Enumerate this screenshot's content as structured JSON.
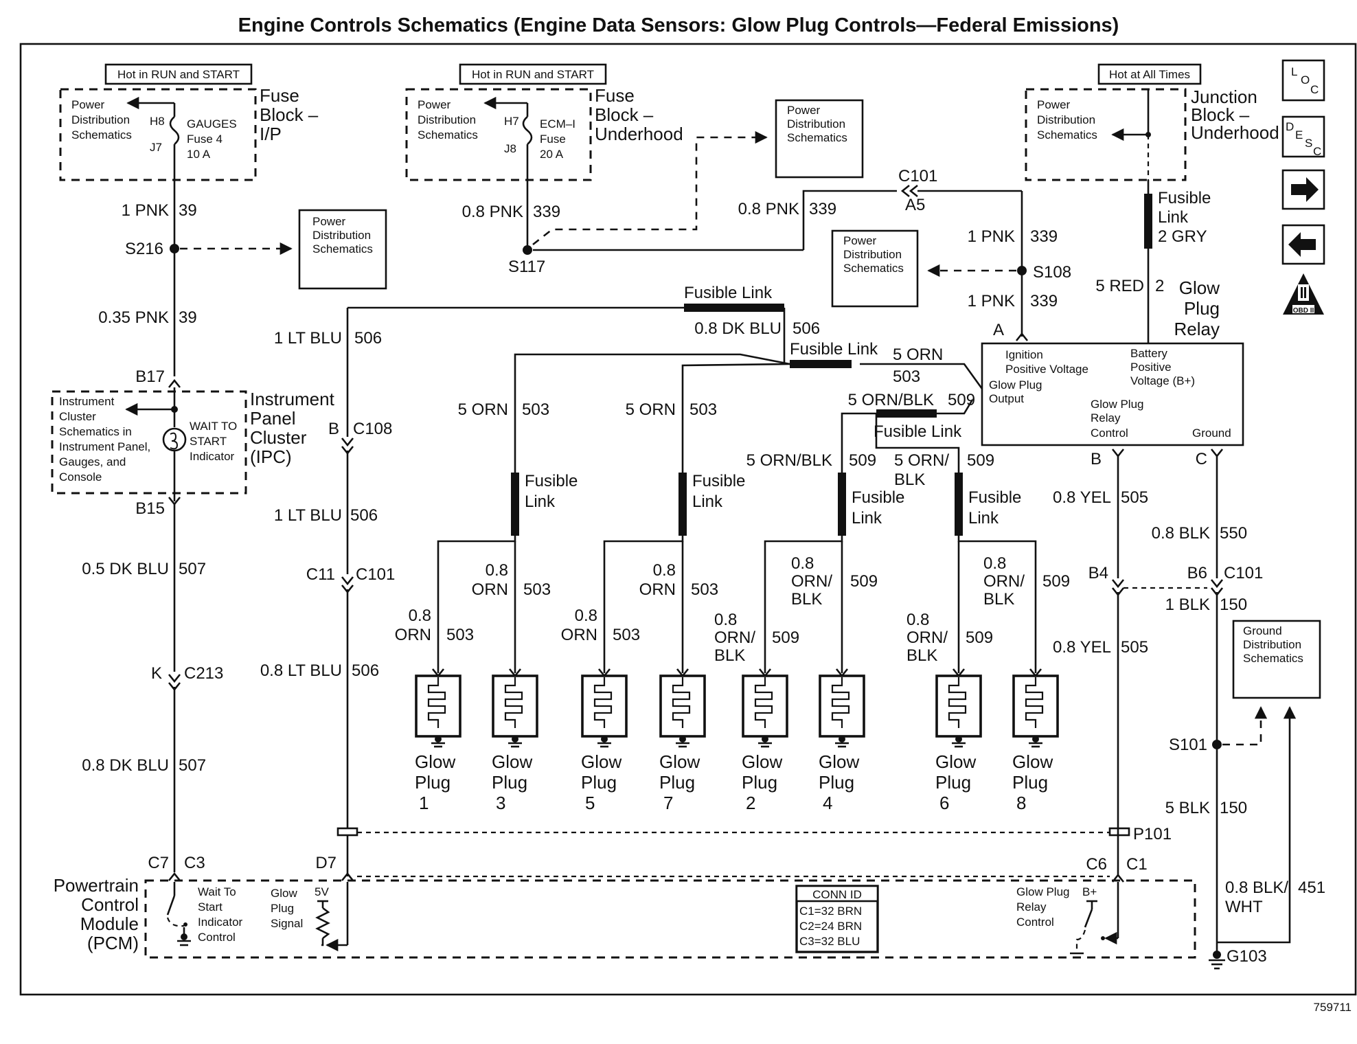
{
  "title": "Engine Controls Schematics (Engine Data Sensors: Glow Plug Controls—Federal Emissions)",
  "figure_number": "759711",
  "side_icons": {
    "loc": [
      "L",
      "O",
      "C"
    ],
    "desc": [
      "D",
      "E",
      "S",
      "C"
    ],
    "next_icon": "arrow-right-icon",
    "prev_icon": "arrow-left-icon",
    "obd": "OBD II"
  },
  "hot_labels": {
    "left": "Hot in RUN and START",
    "mid": "Hot in RUN and START",
    "right": "Hot at All Times"
  },
  "fuse_block_ip": {
    "pds": [
      "Power",
      "Distribution",
      "Schematics"
    ],
    "pin_top": "H8",
    "pin_bot": "J7",
    "fuse": [
      "GAUGES",
      "Fuse 4",
      "10 A"
    ],
    "name": [
      "Fuse",
      "Block –",
      "I/P"
    ]
  },
  "fuse_block_uh": {
    "pds": [
      "Power",
      "Distribution",
      "Schematics"
    ],
    "pin_top": "H7",
    "pin_bot": "J8",
    "fuse": [
      "ECM–I",
      "Fuse",
      "20 A"
    ],
    "name": [
      "Fuse",
      "Block –",
      "Underhood"
    ]
  },
  "junction_block": {
    "pds": [
      "Power",
      "Distribution",
      "Schematics"
    ],
    "name": [
      "Junction",
      "Block –",
      "Underhood"
    ]
  },
  "pds_boxes": {
    "s216": [
      "Power",
      "Distribution",
      "Schematics"
    ],
    "s117": [
      "Power",
      "Distribution",
      "Schematics"
    ],
    "s108": [
      "Power",
      "Distribution",
      "Schematics"
    ],
    "ground": [
      "Ground",
      "Distribution",
      "Schematics"
    ]
  },
  "wires": {
    "w1_pnk": "1 PNK",
    "w1_pnk_n": "39",
    "w035_pnk": "0.35 PNK",
    "w035_pnk_n": "39",
    "w05_dkblu": "0.5 DK BLU",
    "w05_dkblu_n": "507",
    "w08_dkblu": "0.8 DK BLU",
    "w08_dkblu_n": "507",
    "w1_ltblu_a": "1 LT BLU",
    "w1_ltblu_a_n": "506",
    "w1_ltblu_b": "1 LT BLU",
    "w1_ltblu_b_n": "506",
    "w08_ltblu": "0.8 LT BLU",
    "w08_ltblu_n": "506",
    "w08_dkblu_top": "0.8 DK BLU",
    "w08_dkblu_top_n": "506",
    "w08_pnk_a": "0.8 PNK",
    "w08_pnk_a_n": "339",
    "w08_pnk_b": "0.8 PNK",
    "w08_pnk_b_n": "339",
    "w1_pnk_c": "1 PNK",
    "w1_pnk_c_n": "339",
    "w1_pnk_d": "1 PNK",
    "w1_pnk_d_n": "339",
    "fusible_2gry": [
      "Fusible",
      "Link",
      "2 GRY"
    ],
    "w5_red": "5 RED",
    "w5_red_n": "2",
    "w5_orn_top": "5 ORN",
    "w5_orn_top_n": "503",
    "w5_orn_1": "5 ORN",
    "w5_orn_1_n": "503",
    "w5_orn_2": "5 ORN",
    "w5_orn_2_n": "503",
    "w5_ornblk_top": "5 ORN/BLK",
    "w5_ornblk_top_n": "509",
    "w5_ornblk_1": "5 ORN/BLK",
    "w5_ornblk_1_n": "509",
    "w5_ornblk_2": [
      "5 ORN/",
      "BLK"
    ],
    "w5_ornblk_2_n": "509",
    "w08_yel_a": "0.8 YEL",
    "w08_yel_a_n": "505",
    "w08_yel_b": "0.8 YEL",
    "w08_yel_b_n": "505",
    "w08_blk": "0.8 BLK",
    "w08_blk_n": "550",
    "w1_blk": "1 BLK",
    "w1_blk_n": "150",
    "w5_blk": "5 BLK",
    "w5_blk_n": "150",
    "w08_blkwht": [
      "0.8 BLK/",
      "WHT"
    ],
    "w08_blkwht_n": "451"
  },
  "fusible_link": [
    "Fusible",
    "Link"
  ],
  "fusible_link_one": "Fusible Link",
  "plug_wires": {
    "orn_2": [
      "0.8",
      "ORN"
    ],
    "orn_n": "503",
    "orn_3": [
      "0.8",
      "ORN/",
      "BLK"
    ],
    "ornblk_n": "509"
  },
  "splices": {
    "s216": "S216",
    "s117": "S117",
    "s108": "S108",
    "s101": "S101",
    "g103": "G103",
    "c101_top": "C101",
    "a5": "A5"
  },
  "connectors": {
    "b17": "B17",
    "b15": "B15",
    "k": "K",
    "c213": "C213",
    "c7": "C7",
    "c3": "C3",
    "b": "B",
    "c108": "C108",
    "c11": "C11",
    "c101_mid": "C101",
    "d7": "D7",
    "p101": "P101",
    "c6": "C6",
    "c1": "C1",
    "b4": "B4",
    "b6": "B6",
    "c101_right": "C101",
    "relay_a": "A",
    "relay_b": "B",
    "relay_c": "C"
  },
  "ipc": {
    "left": [
      "Instrument",
      "Cluster",
      "Schematics in",
      "Instrument Panel,",
      "Gauges, and",
      "Console"
    ],
    "indicator": [
      "WAIT TO",
      "START",
      "Indicator"
    ],
    "name": [
      "Instrument",
      "Panel",
      "Cluster",
      "(IPC)"
    ]
  },
  "relay": {
    "name": [
      "Glow",
      "Plug",
      "Relay"
    ],
    "ign": [
      "Ignition",
      "Positive Voltage"
    ],
    "bat": [
      "Battery",
      "Positive",
      "Voltage (B+)"
    ],
    "out": [
      "Glow Plug",
      "Output"
    ],
    "ctrl": [
      "Glow Plug",
      "Relay",
      "Control"
    ],
    "gnd": "Ground"
  },
  "glow_plugs": [
    {
      "label": [
        "Glow",
        "Plug"
      ],
      "num": "1"
    },
    {
      "label": [
        "Glow",
        "Plug"
      ],
      "num": "3"
    },
    {
      "label": [
        "Glow",
        "Plug"
      ],
      "num": "5"
    },
    {
      "label": [
        "Glow",
        "Plug"
      ],
      "num": "7"
    },
    {
      "label": [
        "Glow",
        "Plug"
      ],
      "num": "2"
    },
    {
      "label": [
        "Glow",
        "Plug"
      ],
      "num": "4"
    },
    {
      "label": [
        "Glow",
        "Plug"
      ],
      "num": "6"
    },
    {
      "label": [
        "Glow",
        "Plug"
      ],
      "num": "8"
    }
  ],
  "pcm": {
    "name": [
      "Powertrain",
      "Control",
      "Module",
      "(PCM)"
    ],
    "wts": [
      "Wait To",
      "Start",
      "Indicator",
      "Control"
    ],
    "gps": [
      "Glow",
      "Plug",
      "Signal"
    ],
    "v5": "5V",
    "gprc": [
      "Glow Plug",
      "Relay",
      "Control"
    ],
    "bplus": "B+",
    "conn_title": "CONN ID",
    "conn": [
      "C1=32 BRN",
      "C2=24 BRN",
      "C3=32 BLU"
    ]
  }
}
